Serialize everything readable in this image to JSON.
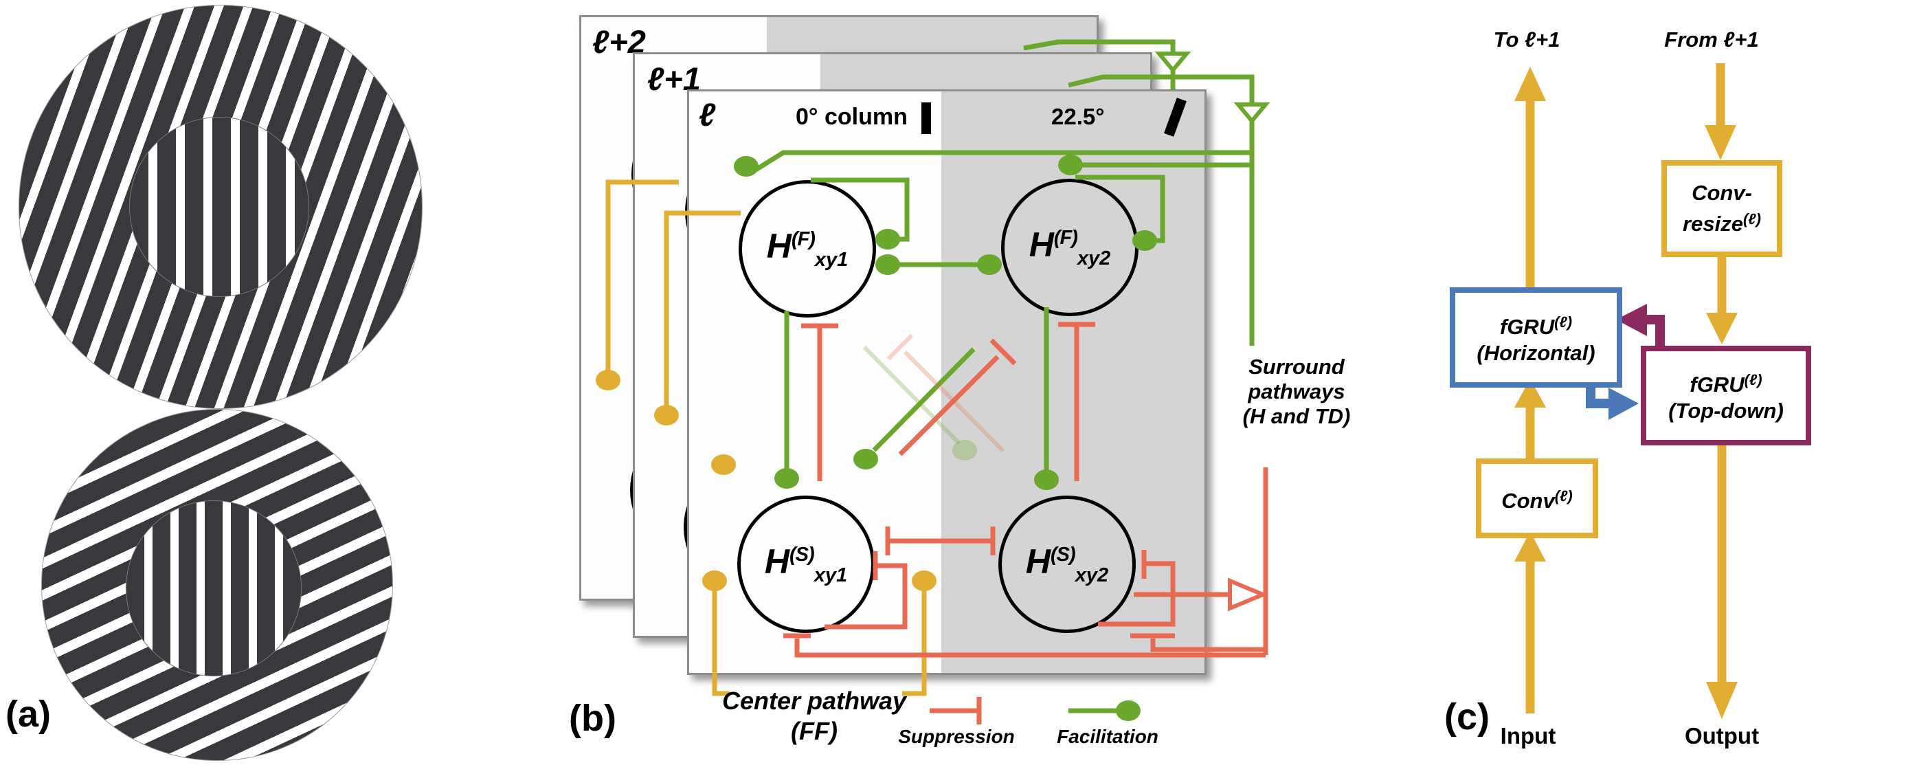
{
  "figure": {
    "panel_a_label": "(a)",
    "panel_b_label": "(b)",
    "panel_c_label": "(c)"
  },
  "panel_a": {
    "top_stimulus": {
      "surround_orientation_deg": 20,
      "center_orientation_deg": 0
    },
    "bottom_stimulus": {
      "surround_orientation_deg": 65,
      "center_orientation_deg": 0
    }
  },
  "panel_b": {
    "layers": {
      "back": "ℓ+2",
      "middle": "ℓ+1",
      "front": "ℓ"
    },
    "columns": {
      "col1": "0° column",
      "col2": "22.5°"
    },
    "units": {
      "hf1": {
        "main": "H",
        "sup": "(F)",
        "sub": "xy1"
      },
      "hf2": {
        "main": "H",
        "sup": "(F)",
        "sub": "xy2"
      },
      "hs1": {
        "main": "H",
        "sup": "(S)",
        "sub": "xy1"
      },
      "hs2": {
        "main": "H",
        "sup": "(S)",
        "sub": "xy2"
      }
    },
    "annotations": {
      "surround_1": "Surround",
      "surround_2": "pathways",
      "surround_3": "(H and TD)",
      "center_1": "Center pathway",
      "center_2": "(FF)"
    },
    "legend": {
      "suppression": "Suppression",
      "facilitation": "Facilitation"
    }
  },
  "panel_c": {
    "to_label": "To ℓ+1",
    "from_label": "From ℓ+1",
    "boxes": {
      "horizontal": {
        "main": "fGRU",
        "sup": "(ℓ)",
        "sub_line": "(Horizontal)"
      },
      "topdown": {
        "main": "fGRU",
        "sup": "(ℓ)",
        "sub_line": "(Top-down)"
      },
      "conv": {
        "main": "Conv",
        "sup": "(ℓ)"
      },
      "convresize": {
        "line1": "Conv-",
        "main": "resize",
        "sup": "(ℓ)"
      }
    },
    "input_label": "Input",
    "output_label": "Output"
  },
  "colors": {
    "facilitation_green": "#69a82c",
    "suppression_red": "#e96a52",
    "center_pathway_yellow": "#e1ae33",
    "horizontal_blue": "#4b79b7",
    "topdown_purple": "#8b2a5f",
    "card_gray": "#d4d4d4",
    "stripe_dark": "#39383c"
  }
}
